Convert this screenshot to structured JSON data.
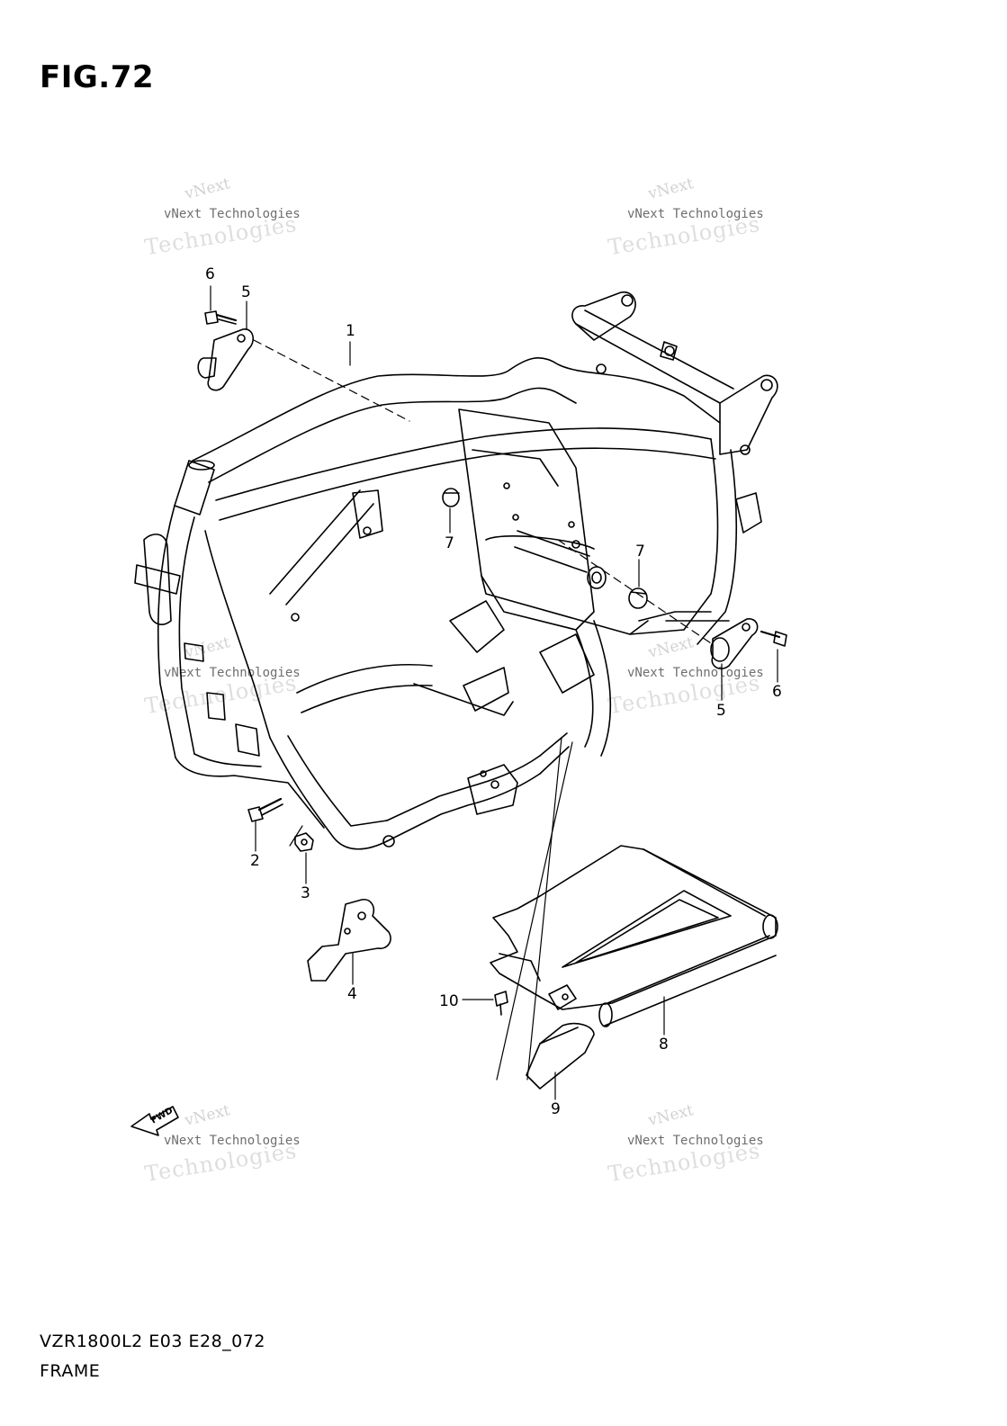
{
  "figure": {
    "title": "FIG.72"
  },
  "footer": {
    "code": "VZR1800L2 E03 E28_072",
    "name": "FRAME"
  },
  "watermark": {
    "line1": "vNext",
    "line2": "vNext Technologies",
    "line3": "Technologies"
  },
  "fwd_arrow": {
    "label": "FWD"
  },
  "callouts": [
    "1",
    "2",
    "3",
    "4",
    "5",
    "6",
    "7",
    "8",
    "9",
    "10"
  ],
  "line_color": "#000000",
  "watermark_color": "#cccccc"
}
